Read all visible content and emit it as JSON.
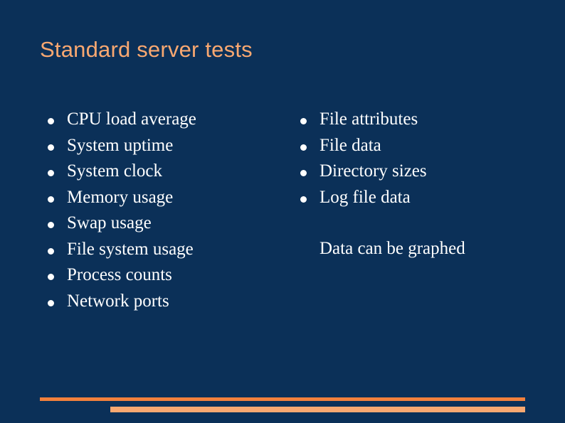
{
  "slide": {
    "title": "Standard server tests",
    "left_column": {
      "bullets": [
        "CPU load average",
        "System uptime",
        "System clock",
        "Memory usage",
        "Swap usage",
        "File system usage",
        "Process counts",
        "Network ports"
      ]
    },
    "right_column": {
      "bullets": [
        "File attributes",
        "File data",
        "Directory sizes",
        "Log file data"
      ],
      "note": "Data can be graphed"
    },
    "colors": {
      "background": "#0b3058",
      "title": "#f9a871",
      "body_text": "#ffffff",
      "rule_top": "#f2803c",
      "rule_bottom": "#f9a871"
    }
  }
}
